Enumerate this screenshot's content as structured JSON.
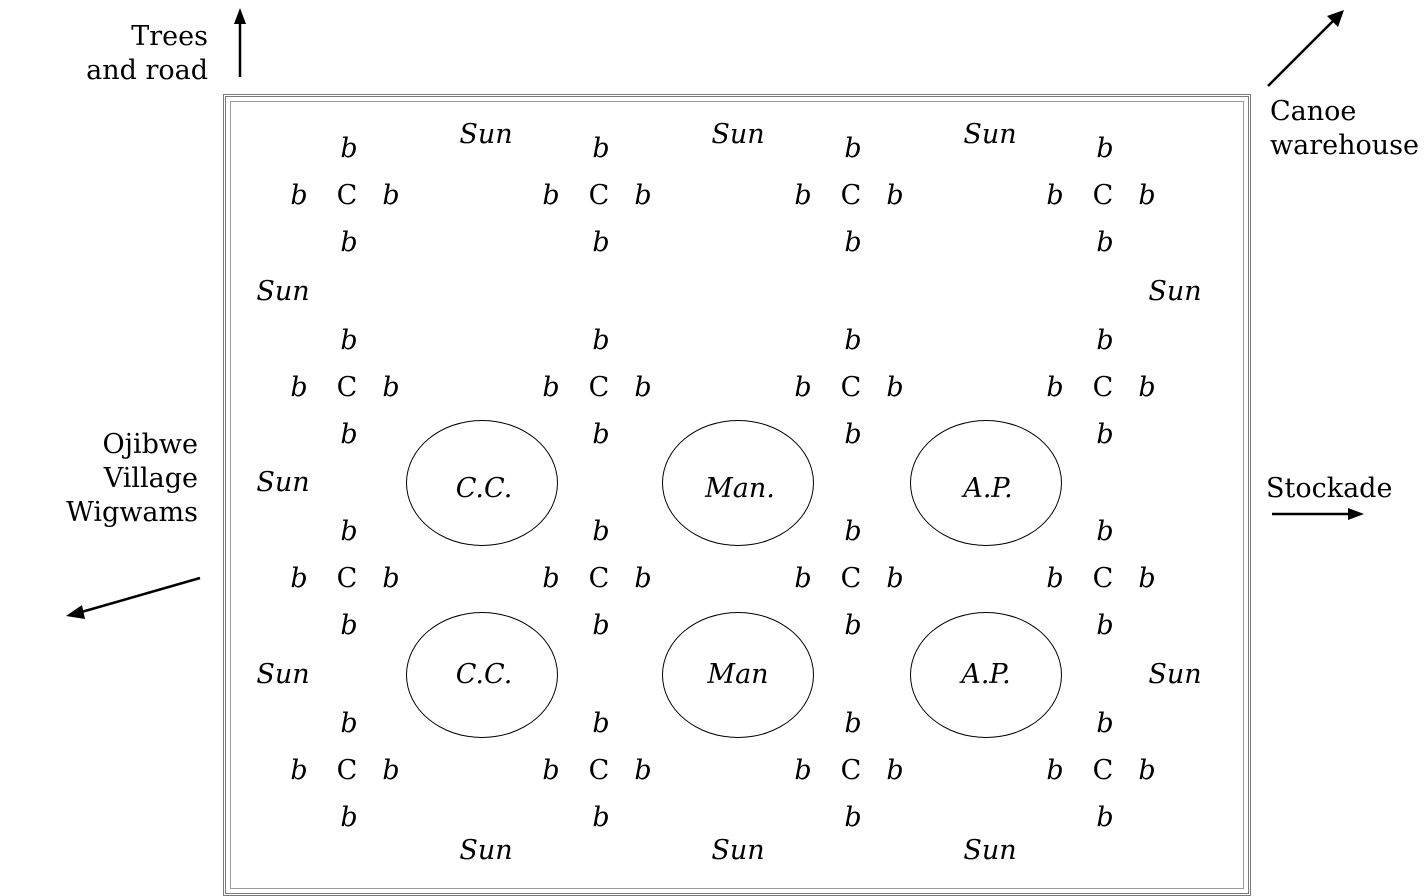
{
  "directions": {
    "trees_line1": "Trees",
    "trees_line2": "and road",
    "canoe_line1": "Canoe",
    "canoe_line2": "warehouse",
    "ojibwe_line1": "Ojibwe Village",
    "ojibwe_line2": "Wigwams",
    "stockade": "Stockade"
  },
  "garden": {
    "corn_mark": "C",
    "bean_mark": "b",
    "sun_mark": "Sun",
    "plots": [
      {
        "label": "C.C."
      },
      {
        "label": "Man."
      },
      {
        "label": "A.P."
      },
      {
        "label": "C.C."
      },
      {
        "label": "Man"
      },
      {
        "label": "A.P."
      }
    ]
  }
}
